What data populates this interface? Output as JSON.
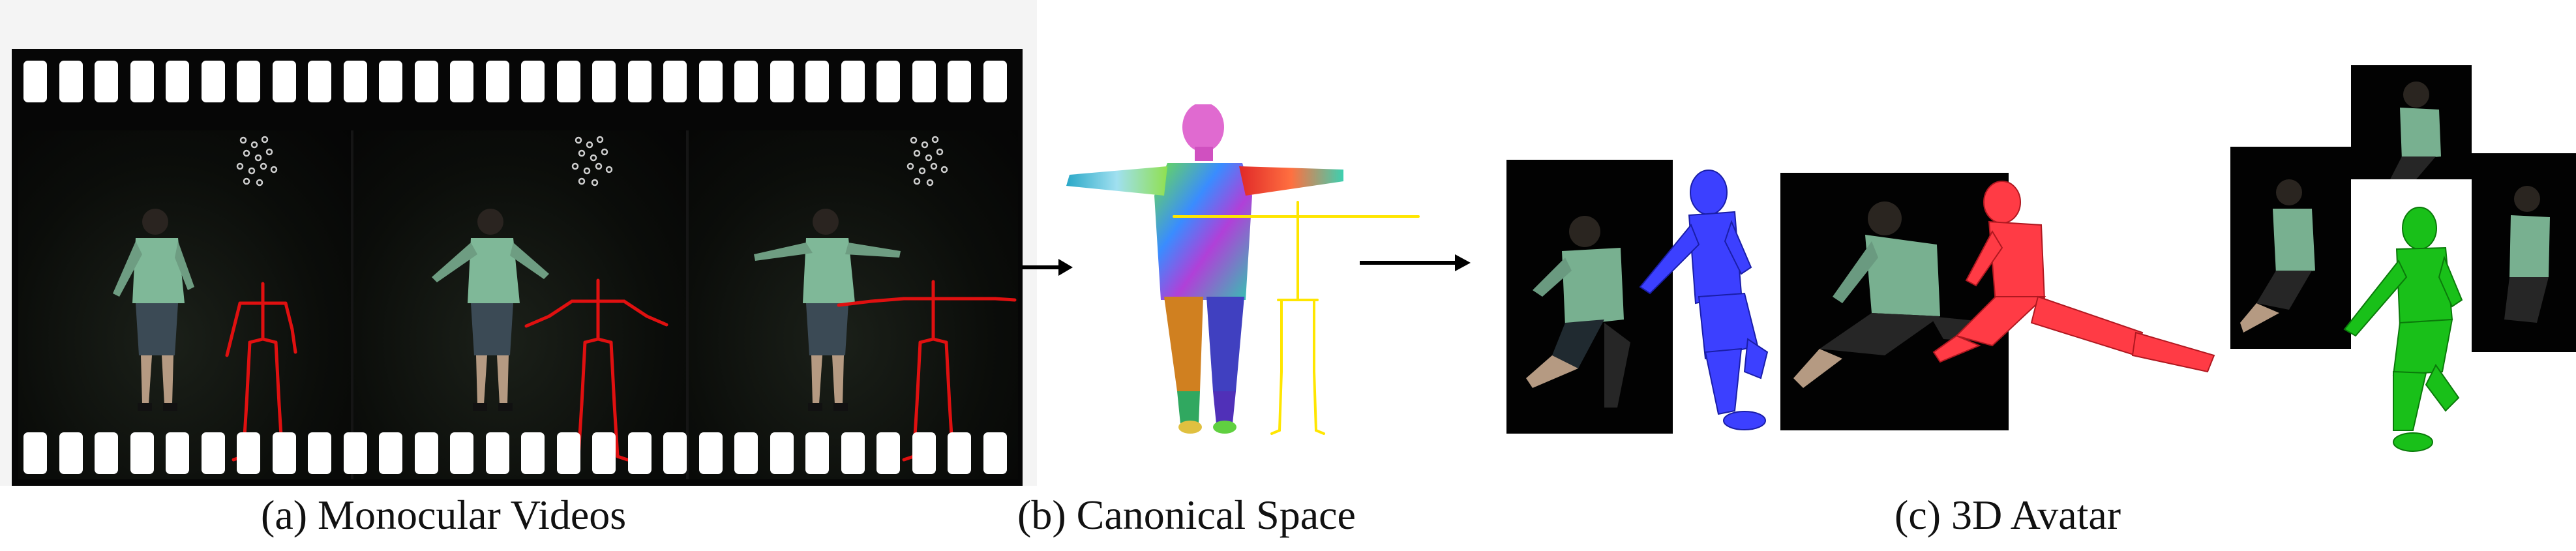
{
  "captions": {
    "a": "(a) Monocular Videos",
    "b": "(b) Canonical Space",
    "c": "(c) 3D Avatar"
  },
  "colors": {
    "skeleton_frames": "#e01010",
    "skeleton_canonical": "#ffe600",
    "mesh_blue": "#3c40ff",
    "mesh_red": "#ff3b45",
    "mesh_green": "#19c019",
    "shirt": "#7fb898"
  },
  "icons": {
    "arrow_1": "right-arrow-icon",
    "arrow_2": "right-arrow-icon"
  }
}
